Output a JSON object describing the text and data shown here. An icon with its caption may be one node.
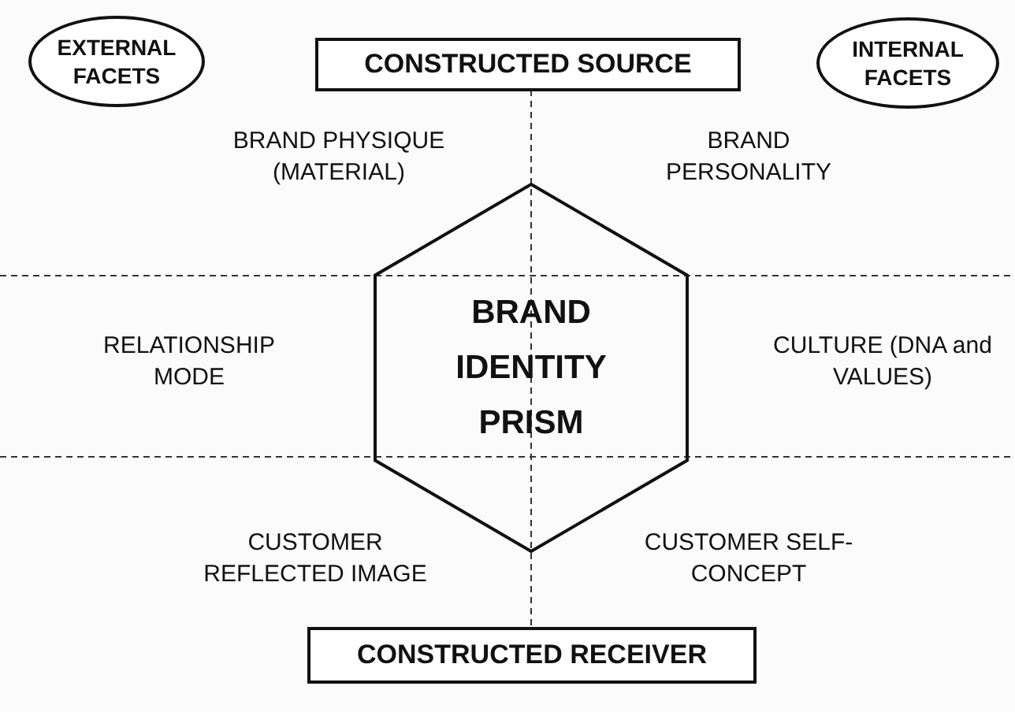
{
  "diagram": {
    "nodes": [
      {
        "text": [
          "EXTERNAL FACETS"
        ]
      },
      {
        "text": [
          "CONSTRUCTED SOURCE"
        ]
      },
      {
        "text": [
          "INTERNAL FACETS"
        ]
      },
      {
        "text": [
          "BRAND IDENTITY PRISM"
        ]
      },
      {
        "text": [
          "CONSTRUCTED RECEIVER"
        ]
      }
    ],
    "edges": [],
    "labels": [
      "BRAND PHYSIQUE (MATERIAL)",
      "BRAND PERSONALITY",
      "RELATIONSHIP MODE",
      "CULTURE (DNA and VALUES)",
      "CUSTOMER REFLECTED IMAGE",
      "CUSTOMER SELF-CONCEPT"
    ]
  }
}
